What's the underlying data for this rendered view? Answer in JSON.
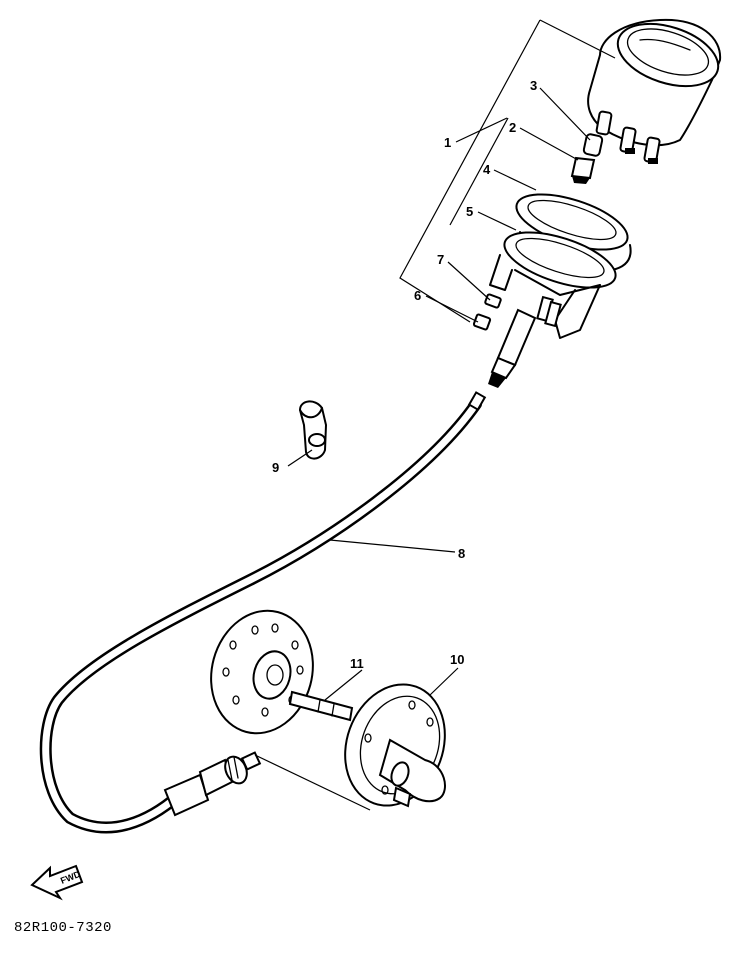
{
  "callouts": [
    {
      "id": "1",
      "label": "1"
    },
    {
      "id": "2",
      "label": "2"
    },
    {
      "id": "3",
      "label": "3"
    },
    {
      "id": "4",
      "label": "4"
    },
    {
      "id": "5",
      "label": "5"
    },
    {
      "id": "6",
      "label": "6"
    },
    {
      "id": "7",
      "label": "7"
    },
    {
      "id": "8",
      "label": "8"
    },
    {
      "id": "9",
      "label": "9"
    },
    {
      "id": "10",
      "label": "10"
    },
    {
      "id": "11",
      "label": "11"
    }
  ],
  "fwd_arrow": {
    "label": "FWD"
  },
  "part_code": "82R100-7320"
}
